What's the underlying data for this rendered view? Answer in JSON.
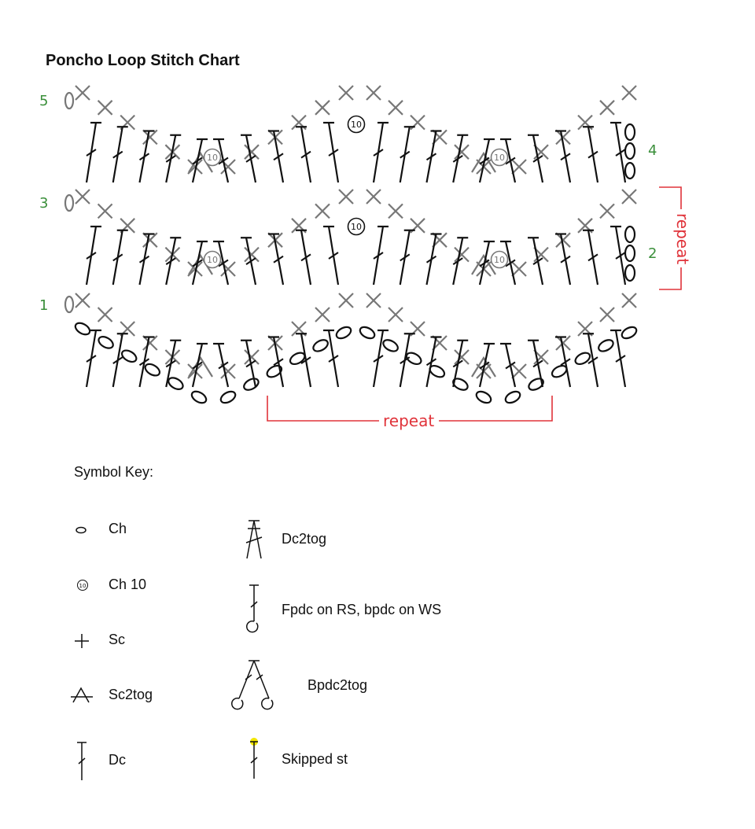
{
  "title": "Poncho Loop Stitch Chart",
  "row_numbers": [
    "5",
    "3",
    "1",
    "4",
    "2"
  ],
  "repeat_labels": {
    "horizontal": "repeat",
    "vertical": "repeat"
  },
  "ch10_label": "10",
  "colors": {
    "worked_stitch": "#111111",
    "prior_row_stitch": "#777777",
    "row_number": "#3a8f3a",
    "repeat_bracket": "#e0333a",
    "skipped_marker": "#f2e600"
  },
  "symbol_key": {
    "title": "Symbol Key:",
    "items": [
      {
        "icon": "chain-oval-icon",
        "label": "Ch"
      },
      {
        "icon": "ch10-circle-icon",
        "label": "Ch 10"
      },
      {
        "icon": "single-crochet-cross-icon",
        "label": "Sc"
      },
      {
        "icon": "sc2tog-icon",
        "label": "Sc2tog"
      },
      {
        "icon": "double-crochet-icon",
        "label": "Dc"
      },
      {
        "icon": "dc2tog-icon",
        "label": "Dc2tog"
      },
      {
        "icon": "fpdc-icon",
        "label": "Fpdc on RS, bpdc on WS"
      },
      {
        "icon": "bpdc2tog-icon",
        "label": "Bpdc2tog"
      },
      {
        "icon": "skipped-stitch-icon",
        "label": "Skipped st"
      }
    ]
  }
}
